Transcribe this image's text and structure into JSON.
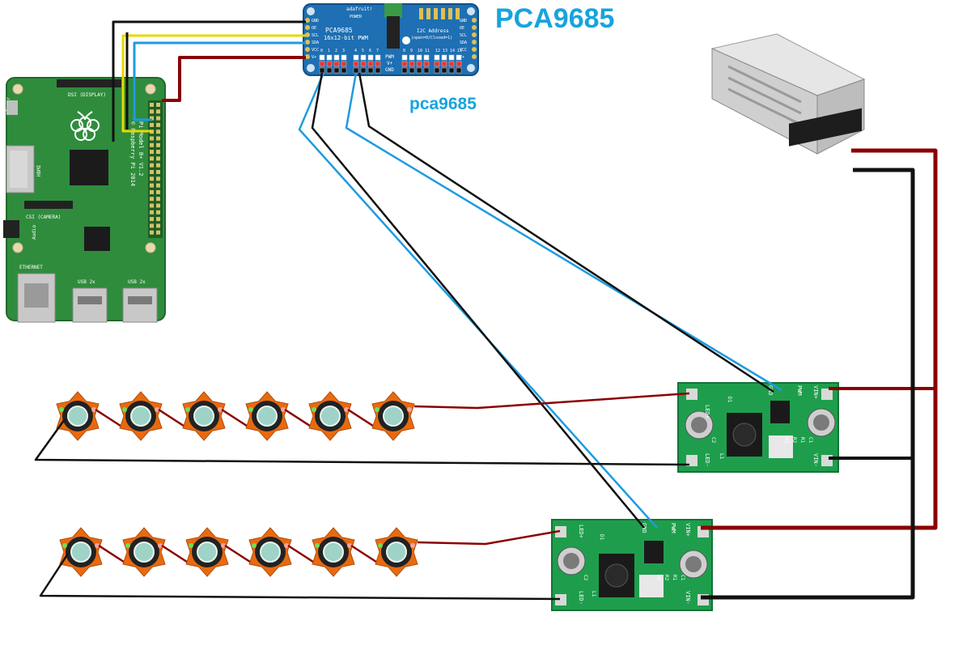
{
  "titles": {
    "main": "PCA9685",
    "sub": "pca9685"
  },
  "colors": {
    "wire_black": "#111111",
    "wire_red": "#8b0000",
    "wire_blue": "#1e9be0",
    "wire_yellow": "#e8d800",
    "pcb_green": "#1e9e4c",
    "pi_green": "#2f8c3c",
    "pca_blue": "#1e6fb3",
    "led_orange": "#e86a10"
  },
  "pca_board": {
    "pins_left": [
      "GND",
      "OE",
      "SCL",
      "SDA",
      "VCC",
      "V+"
    ],
    "pins_right": [
      "GND",
      "OE",
      "SCL",
      "SDA",
      "VCC",
      "V+"
    ],
    "brand": "adafruit!",
    "power_label": "POWER",
    "name": "PCA9685",
    "desc": "16x12-bit PWM",
    "i2c_label": "I2C Address",
    "i2c_note": "(open=0/Closed=1)",
    "rail_labels": [
      "PWM",
      "V+",
      "GND"
    ],
    "channels": [
      "0",
      "1",
      "2",
      "3",
      "4",
      "5",
      "6",
      "7",
      "8",
      "9",
      "10",
      "11",
      "12",
      "13",
      "14",
      "15"
    ]
  },
  "raspberry_pi": {
    "dsi": "DSI (DISPLAY)",
    "power": "Power",
    "hdmi": "HDMI",
    "csi": "CSI (CAMERA)",
    "audio": "Audio",
    "ethernet": "ETHERNET",
    "usb": "USB 2x",
    "model": "Pi Model B+ V1.2",
    "copyright": "© Raspberry Pi 2014"
  },
  "driver_top": {
    "labels": [
      "LED+",
      "GND",
      "PWM",
      "VIN+",
      "LED-",
      "VIN-",
      "R3",
      "R2",
      "R1",
      "C1",
      "C2",
      "L1",
      "D1"
    ]
  },
  "driver_bottom": {
    "labels": [
      "LED+",
      "GND",
      "PWM",
      "VIN+",
      "LED-",
      "VIN-",
      "R3",
      "R2",
      "R1",
      "C1",
      "C2",
      "L1",
      "D1"
    ]
  },
  "led_rows": {
    "top_count": 6,
    "bottom_count": 6
  }
}
